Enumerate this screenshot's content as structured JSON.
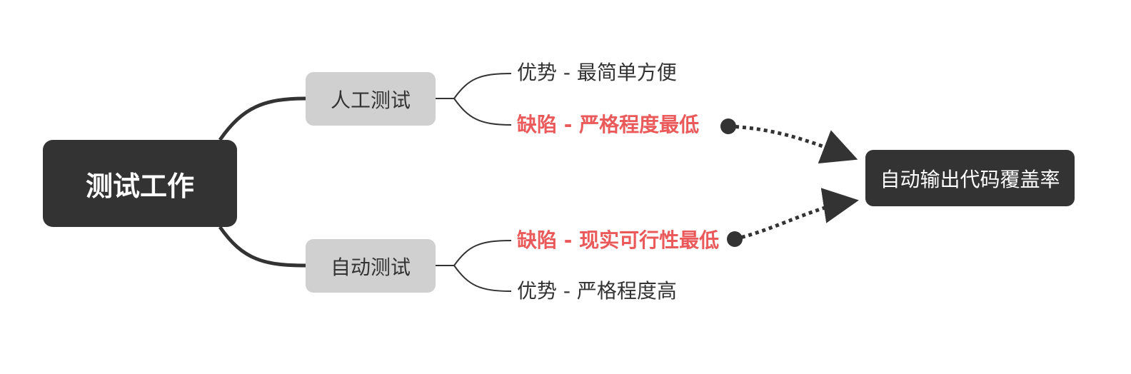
{
  "mindmap": {
    "root": {
      "label": "测试工作"
    },
    "branches": [
      {
        "label": "人工测试",
        "children": [
          {
            "label": "优势 - 最简单方便",
            "kind": "advantage"
          },
          {
            "label": "缺陷 - 严格程度最低",
            "kind": "defect"
          }
        ]
      },
      {
        "label": "自动测试",
        "children": [
          {
            "label": "缺陷 - 现实可行性最低",
            "kind": "defect"
          },
          {
            "label": "优势 - 严格程度高",
            "kind": "advantage"
          }
        ]
      }
    ],
    "relationship_target": {
      "label": "自动输出代码覆盖率"
    }
  },
  "colors": {
    "root_fill": "#333333",
    "branch_fill": "#d0d0d0",
    "text_dark": "#333333",
    "text_light": "#ffffff",
    "defect_text": "#ea5a5a",
    "connector": "#333333"
  }
}
